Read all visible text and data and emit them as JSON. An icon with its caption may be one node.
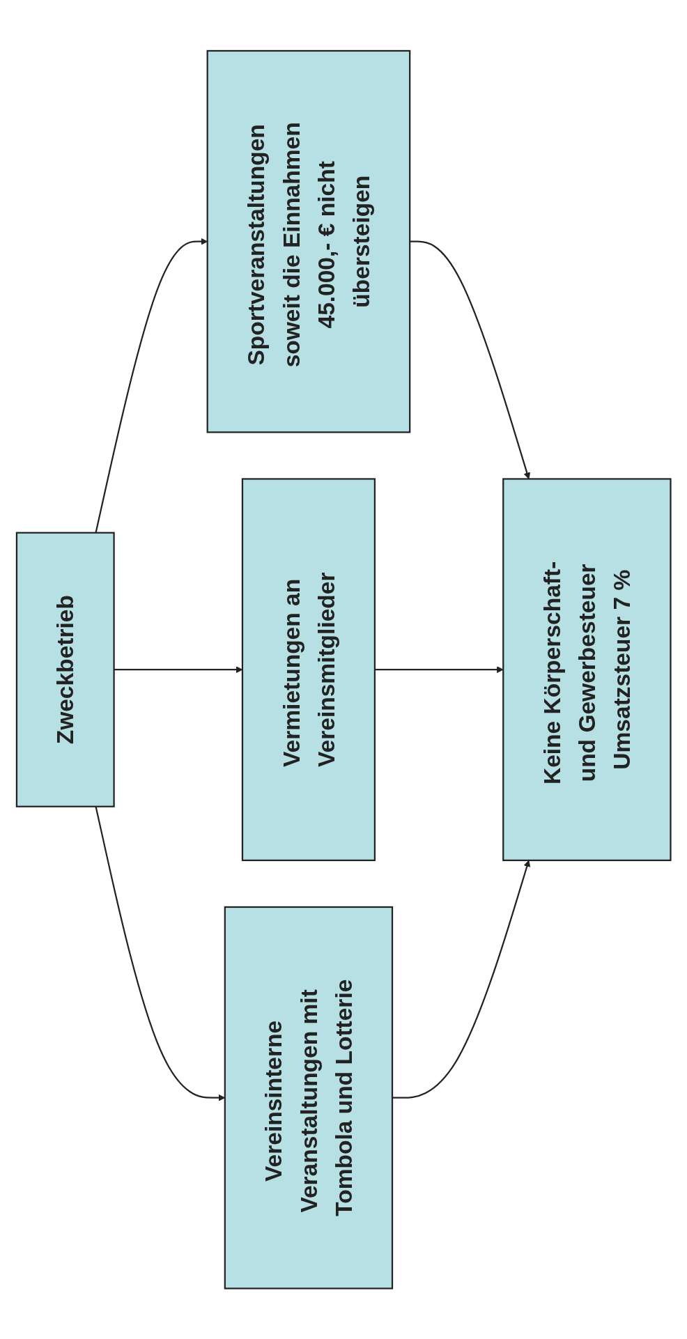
{
  "diagram": {
    "nodes": [
      {
        "text": [
          "Zweckbetrieb"
        ]
      },
      {
        "text": [
          "Vereinsinterne Veranstaltungen mit Tombola und Lotterie"
        ]
      },
      {
        "text": [
          "Vermietungen an Vereinsmitglieder"
        ]
      },
      {
        "text": [
          "Sportveranstaltungen soweit die Einnahmen 45.000,- € nicht übersteigen"
        ]
      },
      {
        "text": [
          "Keine Körperschaft- und Gewerbesteuer Umsatzsteuer 7 %"
        ]
      }
    ],
    "edges": [
      {
        "from": 0,
        "to": 1,
        "arrow": "to"
      },
      {
        "from": 0,
        "to": 2,
        "arrow": "to"
      },
      {
        "from": 0,
        "to": 3,
        "arrow": "to"
      },
      {
        "from": 1,
        "to": 4,
        "arrow": "to"
      },
      {
        "from": 2,
        "to": 4,
        "arrow": "to"
      },
      {
        "from": 3,
        "to": 4,
        "arrow": "to"
      }
    ]
  }
}
